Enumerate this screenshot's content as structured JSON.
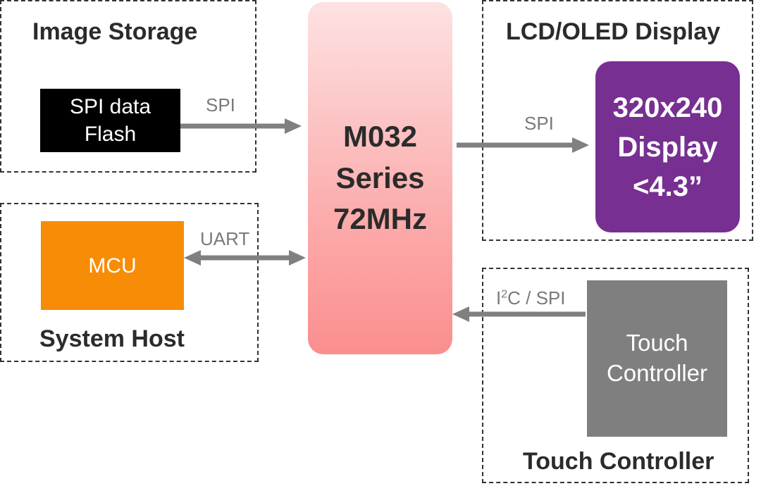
{
  "groups": {
    "storage": "Image Storage",
    "host": "System Host",
    "display": "LCD/OLED Display",
    "touch": "Touch Controller"
  },
  "blocks": {
    "flash": "SPI data\nFlash",
    "mcu": "MCU",
    "chip": "M032\nSeries\n72MHz",
    "lcd": "320x240\nDisplay\n<4.3”",
    "touch": "Touch\nController"
  },
  "links": {
    "flash_to_chip": "SPI",
    "host_chip": "UART",
    "chip_to_lcd": "SPI",
    "touch_to_chip_i": "I",
    "touch_to_chip_sup": "2",
    "touch_to_chip_rest": "C / SPI"
  },
  "colors": {
    "flash": "#000000",
    "mcu": "#f78c06",
    "chip": "#fb8e8e",
    "lcd": "#772f92",
    "touch": "#7f7f7f",
    "arrow": "#808080"
  }
}
